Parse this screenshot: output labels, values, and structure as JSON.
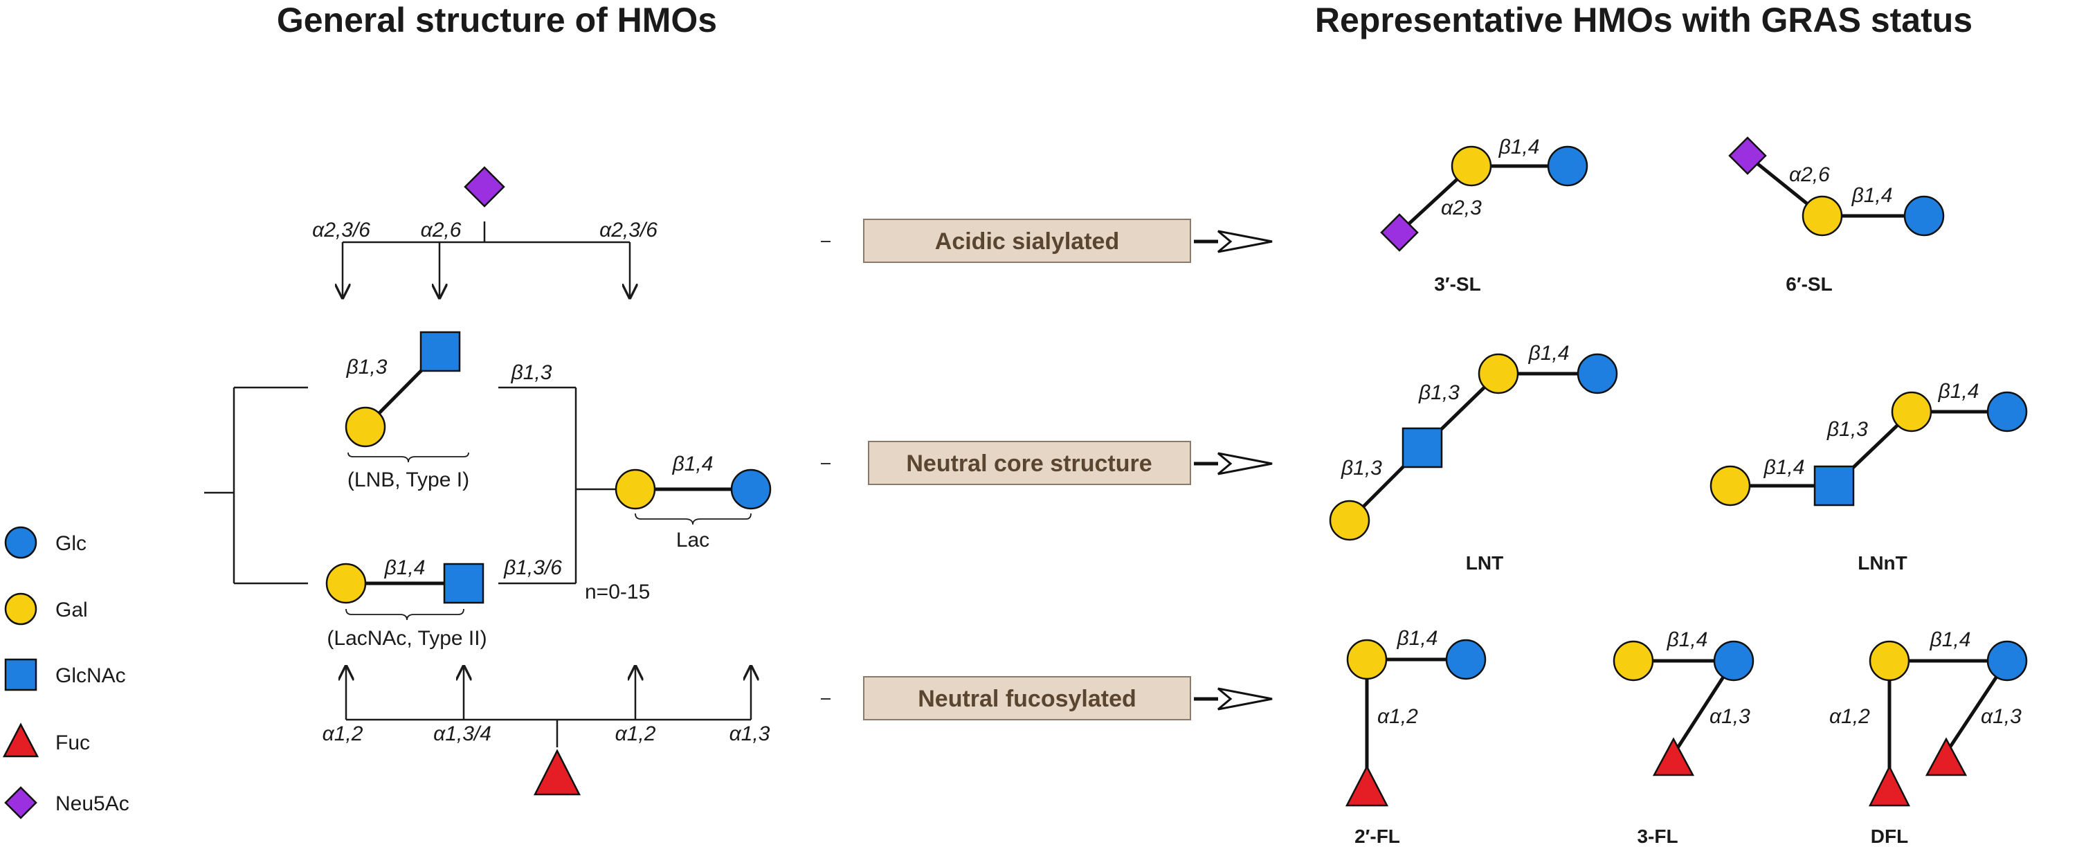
{
  "headings": {
    "left": "General structure of HMOs",
    "right": "Representative HMOs with GRAS status"
  },
  "legend": [
    {
      "shape": "circle",
      "color": "#1e7fe0",
      "label": "Glc"
    },
    {
      "shape": "circle",
      "color": "#f7cf10",
      "label": "Gal"
    },
    {
      "shape": "square",
      "color": "#1e7fe0",
      "label": "GlcNAc"
    },
    {
      "shape": "triangle",
      "color": "#e51e25",
      "label": "Fuc"
    },
    {
      "shape": "diamond",
      "color": "#9b30e0",
      "label": "Neu5Ac"
    }
  ],
  "general": {
    "sia_links": [
      "α2,3/6",
      "α2,6",
      "α2,3/6"
    ],
    "typeI_link": "β1,3",
    "branch_link_top": "β1,3",
    "lnb_label": "(LNB, Type I)",
    "lac_link": "β1,4",
    "lac_label": "Lac",
    "typeII_link": "β1,4",
    "branch_link_bottom": "β1,3/6",
    "repeat": "n=0-15",
    "lacnac_label": "(LacNAc, Type II)",
    "fuc_links": [
      "α1,2",
      "α1,3/4",
      "α1,2",
      "α1,3"
    ]
  },
  "categories": [
    {
      "label": "Acidic sialylated"
    },
    {
      "label": "Neutral core structure"
    },
    {
      "label": "Neutral fucosylated"
    }
  ],
  "examples": {
    "sl3": {
      "name": "3′-SL",
      "links": [
        "β1,4",
        "α2,3"
      ]
    },
    "sl6": {
      "name": "6′-SL",
      "links": [
        "α2,6",
        "β1,4"
      ]
    },
    "lnt": {
      "name": "LNT",
      "links": [
        "β1,4",
        "β1,3",
        "β1,3"
      ]
    },
    "lnnt": {
      "name": "LNnT",
      "links": [
        "β1,4",
        "β1,3",
        "β1,4"
      ]
    },
    "fl2": {
      "name": "2′-FL",
      "links": [
        "β1,4",
        "α1,2"
      ]
    },
    "fl3": {
      "name": "3-FL",
      "links": [
        "β1,4",
        "α1,3"
      ]
    },
    "dfl": {
      "name": "DFL",
      "links": [
        "β1,4",
        "α1,2",
        "α1,3"
      ]
    }
  }
}
